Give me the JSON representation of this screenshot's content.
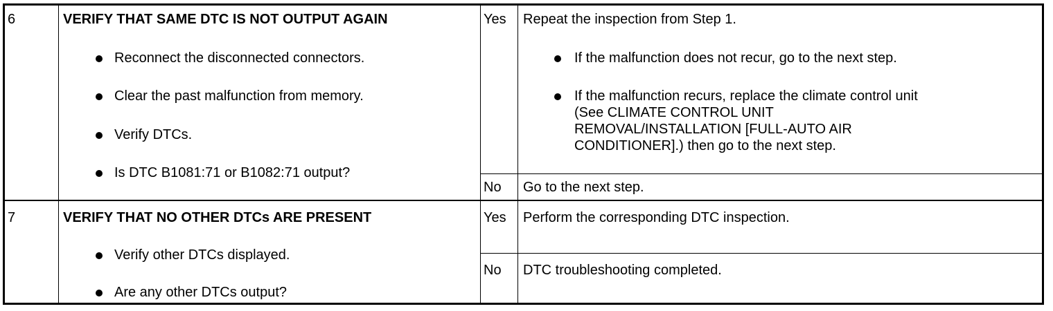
{
  "steps": [
    {
      "number": "6",
      "heading": "VERIFY THAT SAME DTC IS NOT OUTPUT AGAIN",
      "actions": [
        "Reconnect the disconnected connectors.",
        "Clear the past malfunction from memory.",
        "Verify DTCs.",
        "Is DTC B1081:71 or B1082:71 output?"
      ],
      "yes": {
        "label": "Yes",
        "text": "Repeat the inspection from Step 1.",
        "bullets": [
          "If the malfunction does not recur, go to the next step.",
          "If the malfunction recurs, replace the climate control unit"
        ],
        "continuation": [
          "(See CLIMATE CONTROL UNIT",
          "REMOVAL/INSTALLATION [FULL-AUTO AIR",
          "CONDITIONER].) then go to the next step."
        ]
      },
      "no": {
        "label": "No",
        "text": "Go to the next step."
      }
    },
    {
      "number": "7",
      "heading": "VERIFY THAT NO OTHER DTCs ARE PRESENT",
      "actions": [
        "Verify other DTCs displayed.",
        "Are any other DTCs output?"
      ],
      "yes": {
        "label": "Yes",
        "text": "Perform the corresponding DTC inspection."
      },
      "no": {
        "label": "No",
        "text": "DTC troubleshooting completed."
      }
    }
  ]
}
